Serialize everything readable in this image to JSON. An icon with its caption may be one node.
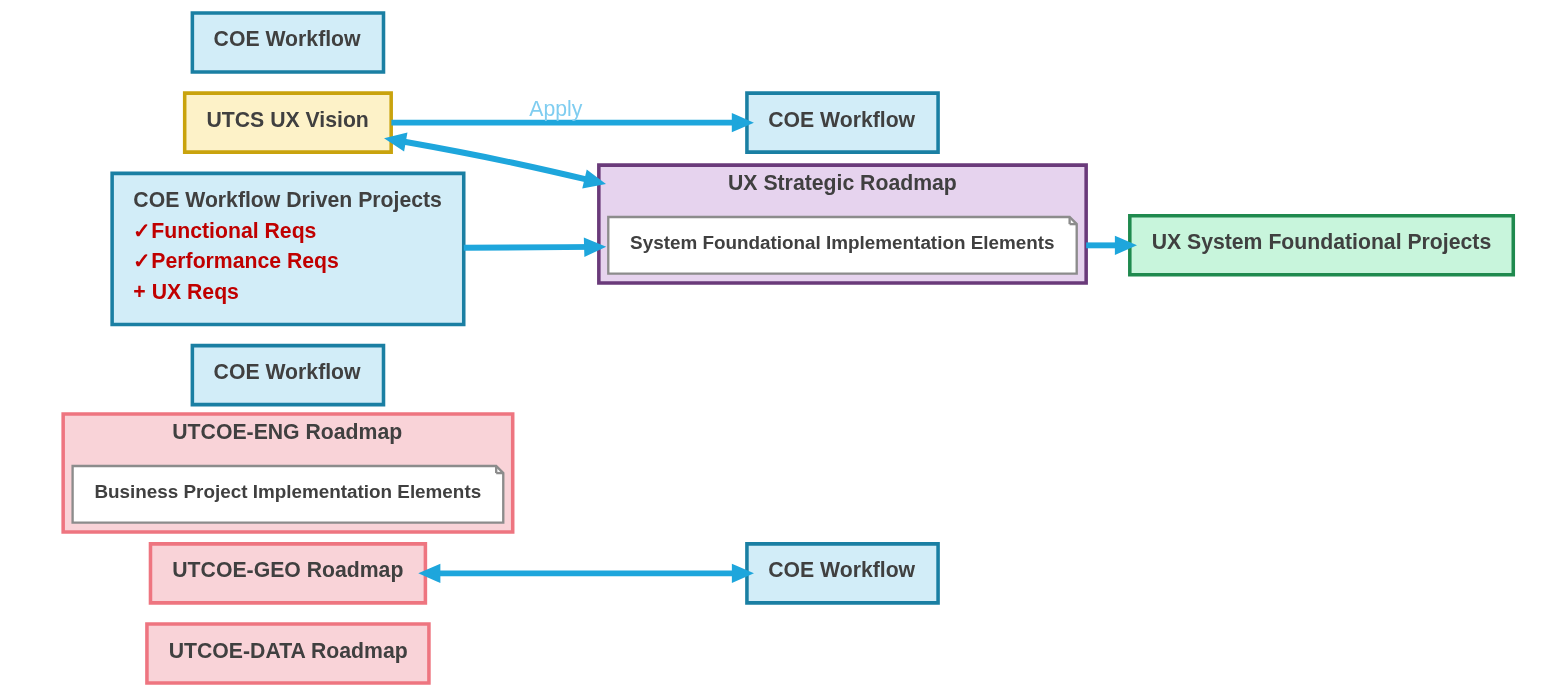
{
  "diagram": {
    "nodes": [
      {
        "text": [
          "UTCOE-DATA Roadmap"
        ]
      },
      {
        "text": [
          "UTCOE-GEO Roadmap"
        ]
      },
      {
        "text": [
          "UTCOE-ENG Roadmap"
        ]
      },
      {
        "text": [
          "Business Project Implementation Elements"
        ],
        "in": 2
      },
      {
        "text": [
          "COE Workflow"
        ]
      },
      {
        "text": [
          "COE Workflow"
        ]
      },
      {
        "text": [
          "COE Workflow"
        ]
      },
      {
        "text": [
          "COE Workflow"
        ]
      },
      {
        "text": [
          "COE Workflow Driven Projects",
          "✓Functional Reqs",
          "✓Performance Reqs",
          "+ UX Reqs"
        ]
      },
      {
        "text": [
          "UTCS UX Vision"
        ]
      },
      {
        "text": [
          "UX Strategic Roadmap"
        ]
      },
      {
        "text": [
          "System Foundational Implementation Elements"
        ],
        "in": 10
      },
      {
        "text": [
          "UX System Foundational Projects"
        ]
      }
    ],
    "edges": [
      {
        "from": 1,
        "to": 5,
        "arrow": "both"
      },
      {
        "from": 9,
        "to": 6,
        "arrow": "to",
        "label": "Apply"
      },
      {
        "from": 9,
        "to": 10,
        "arrow": "both"
      },
      {
        "from": 8,
        "to": 10,
        "arrow": "to"
      },
      {
        "from": 10,
        "to": 12,
        "arrow": "to"
      }
    ]
  }
}
